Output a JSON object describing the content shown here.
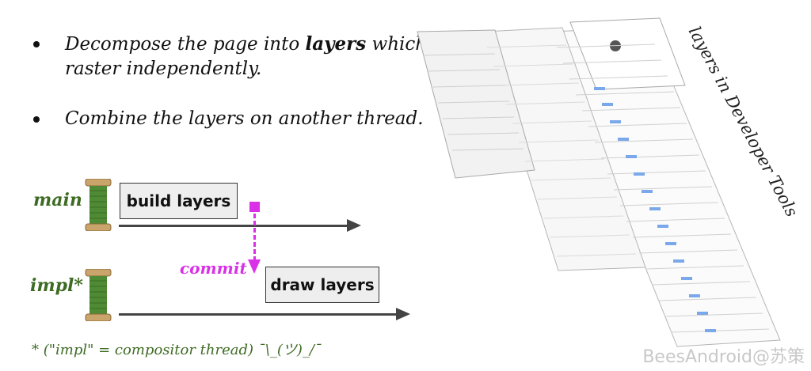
{
  "bullets": [
    {
      "text_before": "Decompose the page into ",
      "emphasis": "layers",
      "text_after": " which raster independently."
    },
    {
      "text": "Combine the layers on another thread."
    }
  ],
  "threads": {
    "main": {
      "label": "main",
      "step": "build layers"
    },
    "impl": {
      "label": "impl*",
      "step": "draw layers"
    }
  },
  "commit": {
    "label": "commit",
    "color": "#d930e8"
  },
  "footnote": "* (\"impl\" = compositor thread) ¯\\_(ツ)_/¯",
  "side_label": "layers in Developer Tools",
  "watermark": "BeesAndroid@苏策",
  "colors": {
    "thread_label": "#3e6b24",
    "commit": "#d930e8",
    "arrow": "#444444",
    "link_highlight": "#7aa8ea"
  }
}
